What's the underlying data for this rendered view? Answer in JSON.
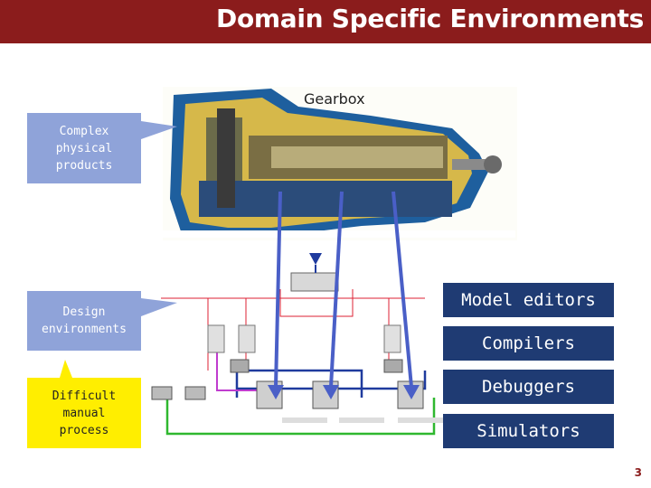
{
  "slide": {
    "title": "Domain Specific Environments",
    "page_number": "3"
  },
  "image": {
    "label": "Gearbox"
  },
  "callouts": {
    "complex": "Complex\nphysical\nproducts",
    "design": "Design\nenvironments",
    "difficult": "Difficult\nmanual\nprocess"
  },
  "tools": [
    {
      "label": "Model editors"
    },
    {
      "label": "Compilers"
    },
    {
      "label": "Debuggers"
    },
    {
      "label": "Simulators"
    }
  ],
  "colors": {
    "title_bar": "#8b1c1c",
    "callout_blue": "#8fa3d9",
    "callout_yellow": "#ffee00",
    "tool_box": "#1f3b73",
    "arrow": "#4a5fc7"
  }
}
